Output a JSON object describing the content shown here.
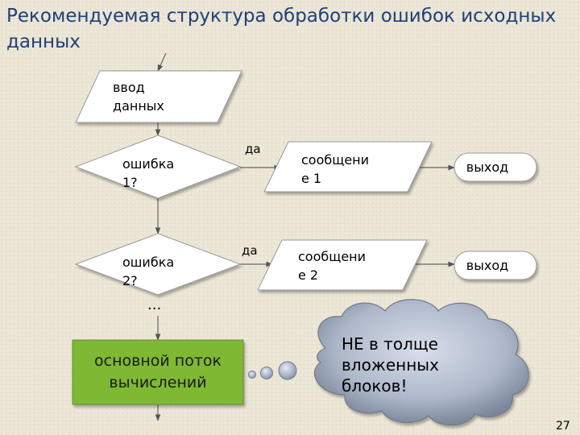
{
  "title": "Рекомендуемая структура обработки ошибок исходных данных",
  "flowchart": {
    "input_line1": "ввод",
    "input_line2": "данных",
    "check1_line1": "ошибка",
    "check1_line2": "1?",
    "yes1": "да",
    "msg1_line1": "сообщени",
    "msg1_line2": "е 1",
    "exit1": "выход",
    "check2_line1": "ошибка",
    "check2_line2": "2?",
    "yes2": "да",
    "msg2_line1": "сообщени",
    "msg2_line2": "е 2",
    "exit2": "выход",
    "ellipsis": "...",
    "main_line1": "основной поток",
    "main_line2": "вычислений"
  },
  "callout": {
    "line1": "НЕ в толще",
    "line2": "вложенных",
    "line3": "блоков!"
  },
  "page_number": "27",
  "colors": {
    "title": "#1f3f7a",
    "main_block": "#7fb832",
    "shape_fill": "#ffffff",
    "cloud_fill": "#a9b4c6"
  }
}
